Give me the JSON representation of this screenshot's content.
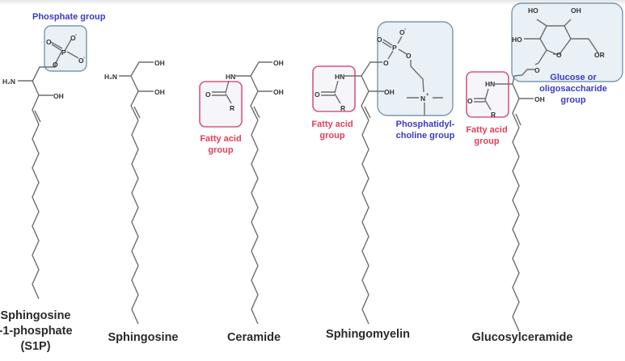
{
  "diagram": {
    "type": "chemical-structures",
    "colors": {
      "bond": "#6e6e6e",
      "headgroup_label": "#3b3bc4",
      "fatty_acid_label": "#e0405a",
      "headgroup_box_border": "#7c97ae",
      "fatty_acid_box_border": "#d9567b",
      "name_text": "#2a2a2a"
    },
    "molecules": [
      {
        "id": "s1p",
        "name_lines": [
          "Sphingosine",
          "-1-phosphate",
          "(S1P)"
        ],
        "atoms": {
          "amine": "H₂N",
          "hydroxyl": "OH",
          "phosphate_o1": "O",
          "phosphate_o2": "O",
          "phosphate_o3": "O",
          "phosphate_o4": "O",
          "phosphate_p": "P",
          "charge": "-"
        },
        "groups": [
          {
            "label": "Phosphate group",
            "kind": "headgroup"
          }
        ]
      },
      {
        "id": "sphingosine",
        "name_lines": [
          "Sphingosine"
        ],
        "atoms": {
          "amine": "H₂N",
          "hydroxyl_1": "OH",
          "hydroxyl_2": "OH"
        },
        "groups": []
      },
      {
        "id": "ceramide",
        "name_lines": [
          "Ceramide"
        ],
        "atoms": {
          "amide": "HN",
          "hydroxyl_1": "OH",
          "hydroxyl_2": "OH",
          "carbonyl_o": "O",
          "r": "R"
        },
        "groups": [
          {
            "label_lines": [
              "Fatty acid",
              "group"
            ],
            "kind": "fatty-acid"
          }
        ]
      },
      {
        "id": "sphingomyelin",
        "name_lines": [
          "Sphingomyelin"
        ],
        "atoms": {
          "amide": "HN",
          "hydroxyl": "OH",
          "carbonyl_o": "O",
          "r": "R",
          "phosphate_o1": "O",
          "phosphate_o2": "O",
          "phosphate_o3": "O",
          "phosphate_o4": "O",
          "phosphate_p": "P",
          "nitrogen": "N",
          "plus": "+",
          "charge": "-"
        },
        "groups": [
          {
            "label_lines": [
              "Fatty acid",
              "group"
            ],
            "kind": "fatty-acid"
          },
          {
            "label_lines": [
              "Phosphatidyl-",
              "choline group"
            ],
            "kind": "headgroup"
          }
        ]
      },
      {
        "id": "glucosylceramide",
        "name_lines": [
          "Glucosylceramide"
        ],
        "atoms": {
          "amide": "HN",
          "hydroxyl": "OH",
          "carbonyl_o": "O",
          "r": "R",
          "ring_o": "O",
          "link_o": "O",
          "sugar_oh_1": "HO",
          "sugar_oh_2": "OH",
          "sugar_oh_3": "HO",
          "sugar_or": "OR"
        },
        "groups": [
          {
            "label_lines": [
              "Fatty acid",
              "group"
            ],
            "kind": "fatty-acid"
          },
          {
            "label_lines": [
              "Glucose or",
              "oligosaccharide",
              "group"
            ],
            "kind": "headgroup"
          }
        ]
      }
    ]
  }
}
